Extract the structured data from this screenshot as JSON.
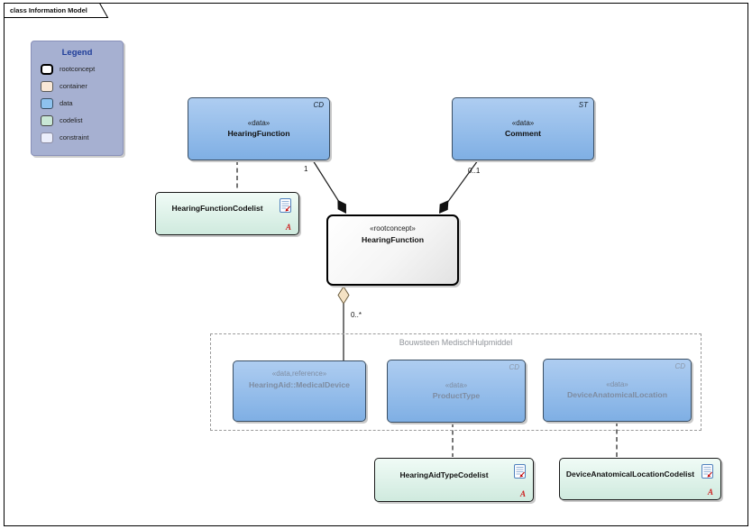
{
  "window": {
    "tab_title": "class Information Model"
  },
  "legend": {
    "title": "Legend",
    "items": [
      {
        "label": "rootconcept"
      },
      {
        "label": "container"
      },
      {
        "label": "data"
      },
      {
        "label": "codelist"
      },
      {
        "label": "constraint"
      }
    ]
  },
  "nodes": {
    "hearing_function_data": {
      "stereotype": "«data»",
      "name": "HearingFunction",
      "tag": "CD"
    },
    "comment": {
      "stereotype": "«data»",
      "name": "Comment",
      "tag": "ST"
    },
    "root": {
      "stereotype": "«rootconcept»",
      "name": "HearingFunction"
    },
    "hearing_function_codelist": {
      "name": "HearingFunctionCodelist"
    },
    "medical_device": {
      "stereotype": "«data,reference»",
      "name": "HearingAid::MedicalDevice"
    },
    "product_type": {
      "stereotype": "«data»",
      "name": "ProductType",
      "tag": "CD"
    },
    "device_anatomical_location": {
      "stereotype": "«data»",
      "name": "DeviceAnatomicalLocation",
      "tag": "CD"
    },
    "hearing_aid_type_codelist": {
      "name": "HearingAidTypeCodelist"
    },
    "device_anatomical_location_codelist": {
      "name": "DeviceAnatomicalLocationCodelist"
    }
  },
  "container": {
    "label": "Bouwsteen MedischHulpmiddel"
  },
  "multiplicities": {
    "hearing_function": "1",
    "comment": "0..1",
    "medical_device": "0..*"
  },
  "badge_letter": "A",
  "colors": {
    "data_fill_top": "#aecdf1",
    "data_fill_bottom": "#7fafe4",
    "data_border": "#3a4e63",
    "codelist_fill": "#cfeade",
    "container_fill": "#f9e8d7",
    "constraint_fill": "#ebeefb",
    "rootconcept_fill": "#ffffff",
    "legend_bg": "#a6b0d1",
    "legend_title": "#1f3d99",
    "grayed_text": "#7e8ca1",
    "badge_red": "#cc1f1f",
    "aggregation_diamond": "#f4e2c4"
  }
}
